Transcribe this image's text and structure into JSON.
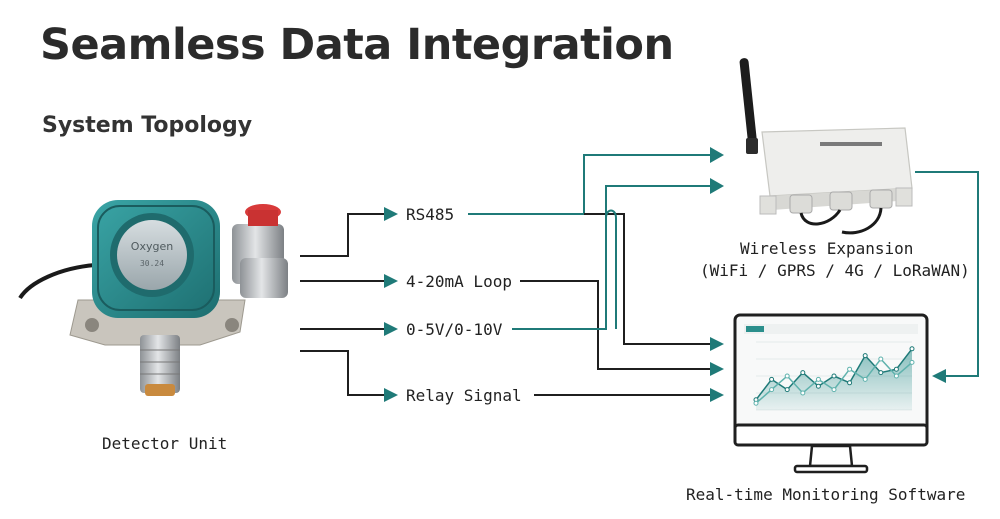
{
  "title": "Seamless Data Integration",
  "subtitle": "System Topology",
  "detector": {
    "label": "Detector Unit",
    "screen_text": "Oxygen",
    "reading": "30.24"
  },
  "signals": [
    {
      "label": "RS485"
    },
    {
      "label": "4-20mA Loop"
    },
    {
      "label": "0-5V/0-10V"
    },
    {
      "label": "Relay Signal"
    }
  ],
  "wireless": {
    "label_line1": "Wireless Expansion",
    "label_line2": "(WiFi / GPRS / 4G / LoRaWAN)"
  },
  "software": {
    "label": "Real-time Monitoring Software"
  },
  "colors": {
    "accent": "#1f7a78",
    "line": "#222222",
    "device_teal": "#2a8a8c",
    "device_metal": "#b9bcbf"
  }
}
